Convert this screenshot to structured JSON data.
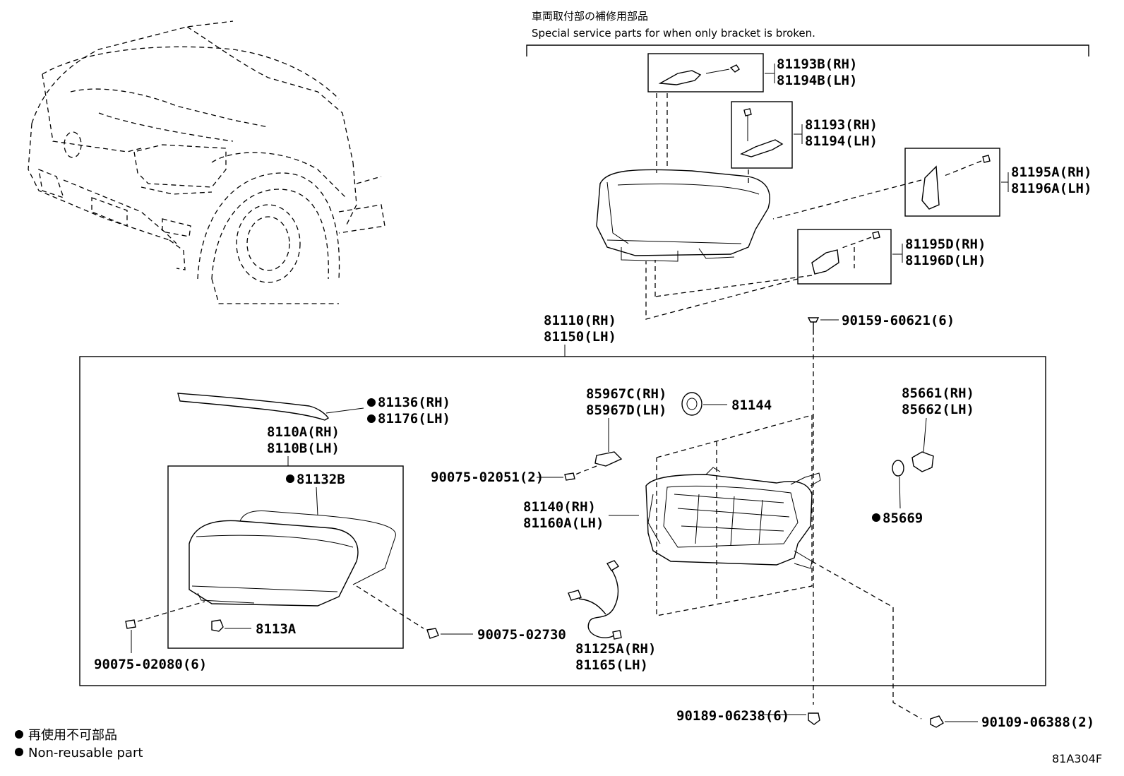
{
  "header": {
    "jp": "車両取付部の補修用部品",
    "en": "Special service parts for when only bracket is broken."
  },
  "brackets": {
    "b1": [
      "81193B(RH)",
      "81194B(LH)"
    ],
    "b2": [
      "81193(RH)",
      "81194(LH)"
    ],
    "b3": [
      "81195A(RH)",
      "81196A(LH)"
    ],
    "b4": [
      "81195D(RH)",
      "81196D(LH)"
    ]
  },
  "assembly": [
    "81110(RH)",
    "81150(LH)"
  ],
  "parts": {
    "p81136": [
      "81136(RH)",
      "81176(LH)"
    ],
    "p8110A": [
      "8110A(RH)",
      "8110B(LH)"
    ],
    "p81132B": "81132B",
    "p8113A": "8113A",
    "p90075_02080": "90075-02080(6)",
    "p90075_02730": "90075-02730",
    "p85967": [
      "85967C(RH)",
      "85967D(LH)"
    ],
    "p81144": "81144",
    "p90075_02051": "90075-02051(2)",
    "p81140": [
      "81140(RH)",
      "81160A(LH)"
    ],
    "p81125": [
      "81125A(RH)",
      "81165(LH)"
    ],
    "p85661": [
      "85661(RH)",
      "85662(LH)"
    ],
    "p85669": "85669",
    "p90159": "90159-60621(6)",
    "p90189": "90189-06238(6)",
    "p90109": "90109-06388(2)"
  },
  "legend": {
    "jp": "再使用不可部品",
    "en": "Non-reusable part"
  },
  "figure_code": "81A304F"
}
